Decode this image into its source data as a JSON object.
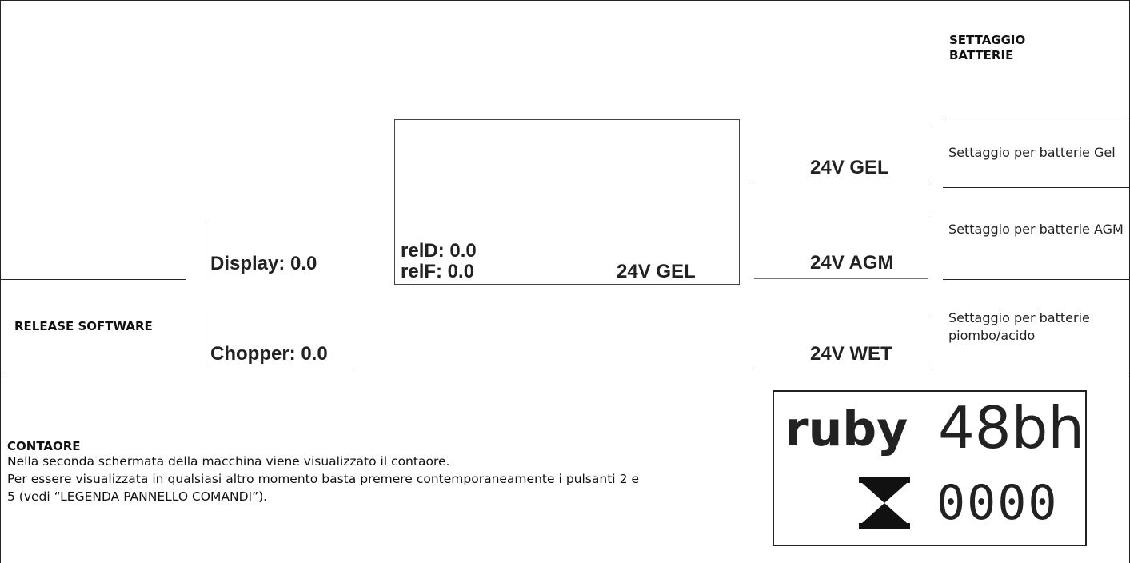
{
  "battery_panel": {
    "title": "SETTAGGIO\nBATTERIE",
    "rows": [
      {
        "option": "24V GEL",
        "description": "Settaggio per batterie Gel"
      },
      {
        "option": "24V AGM",
        "description": "Settaggio per batterie AGM"
      },
      {
        "option": "24V WET",
        "description": "Settaggio per batterie piombo/acido"
      }
    ]
  },
  "software": {
    "section_label": "RELEASE SOFTWARE",
    "display_version": "Display: 0.0",
    "chopper_version": "Chopper: 0.0",
    "screen": {
      "reld": "relD: 0.0",
      "relf": "relF: 0.0",
      "battery": "24V GEL"
    }
  },
  "contaore": {
    "heading": "CONTAORE",
    "line1": "Nella seconda schermata della macchina viene visualizzato il contaore.",
    "line2": "Per essere visualizzata in qualsiasi altro momento basta premere contemporaneamente i pulsanti 2 e 5 (vedi “LEGENDA PANNELLO COMANDI”).",
    "display": {
      "model": "ruby",
      "model_number": "48bh",
      "icon": "hourglass-icon",
      "hours": "0000"
    }
  }
}
